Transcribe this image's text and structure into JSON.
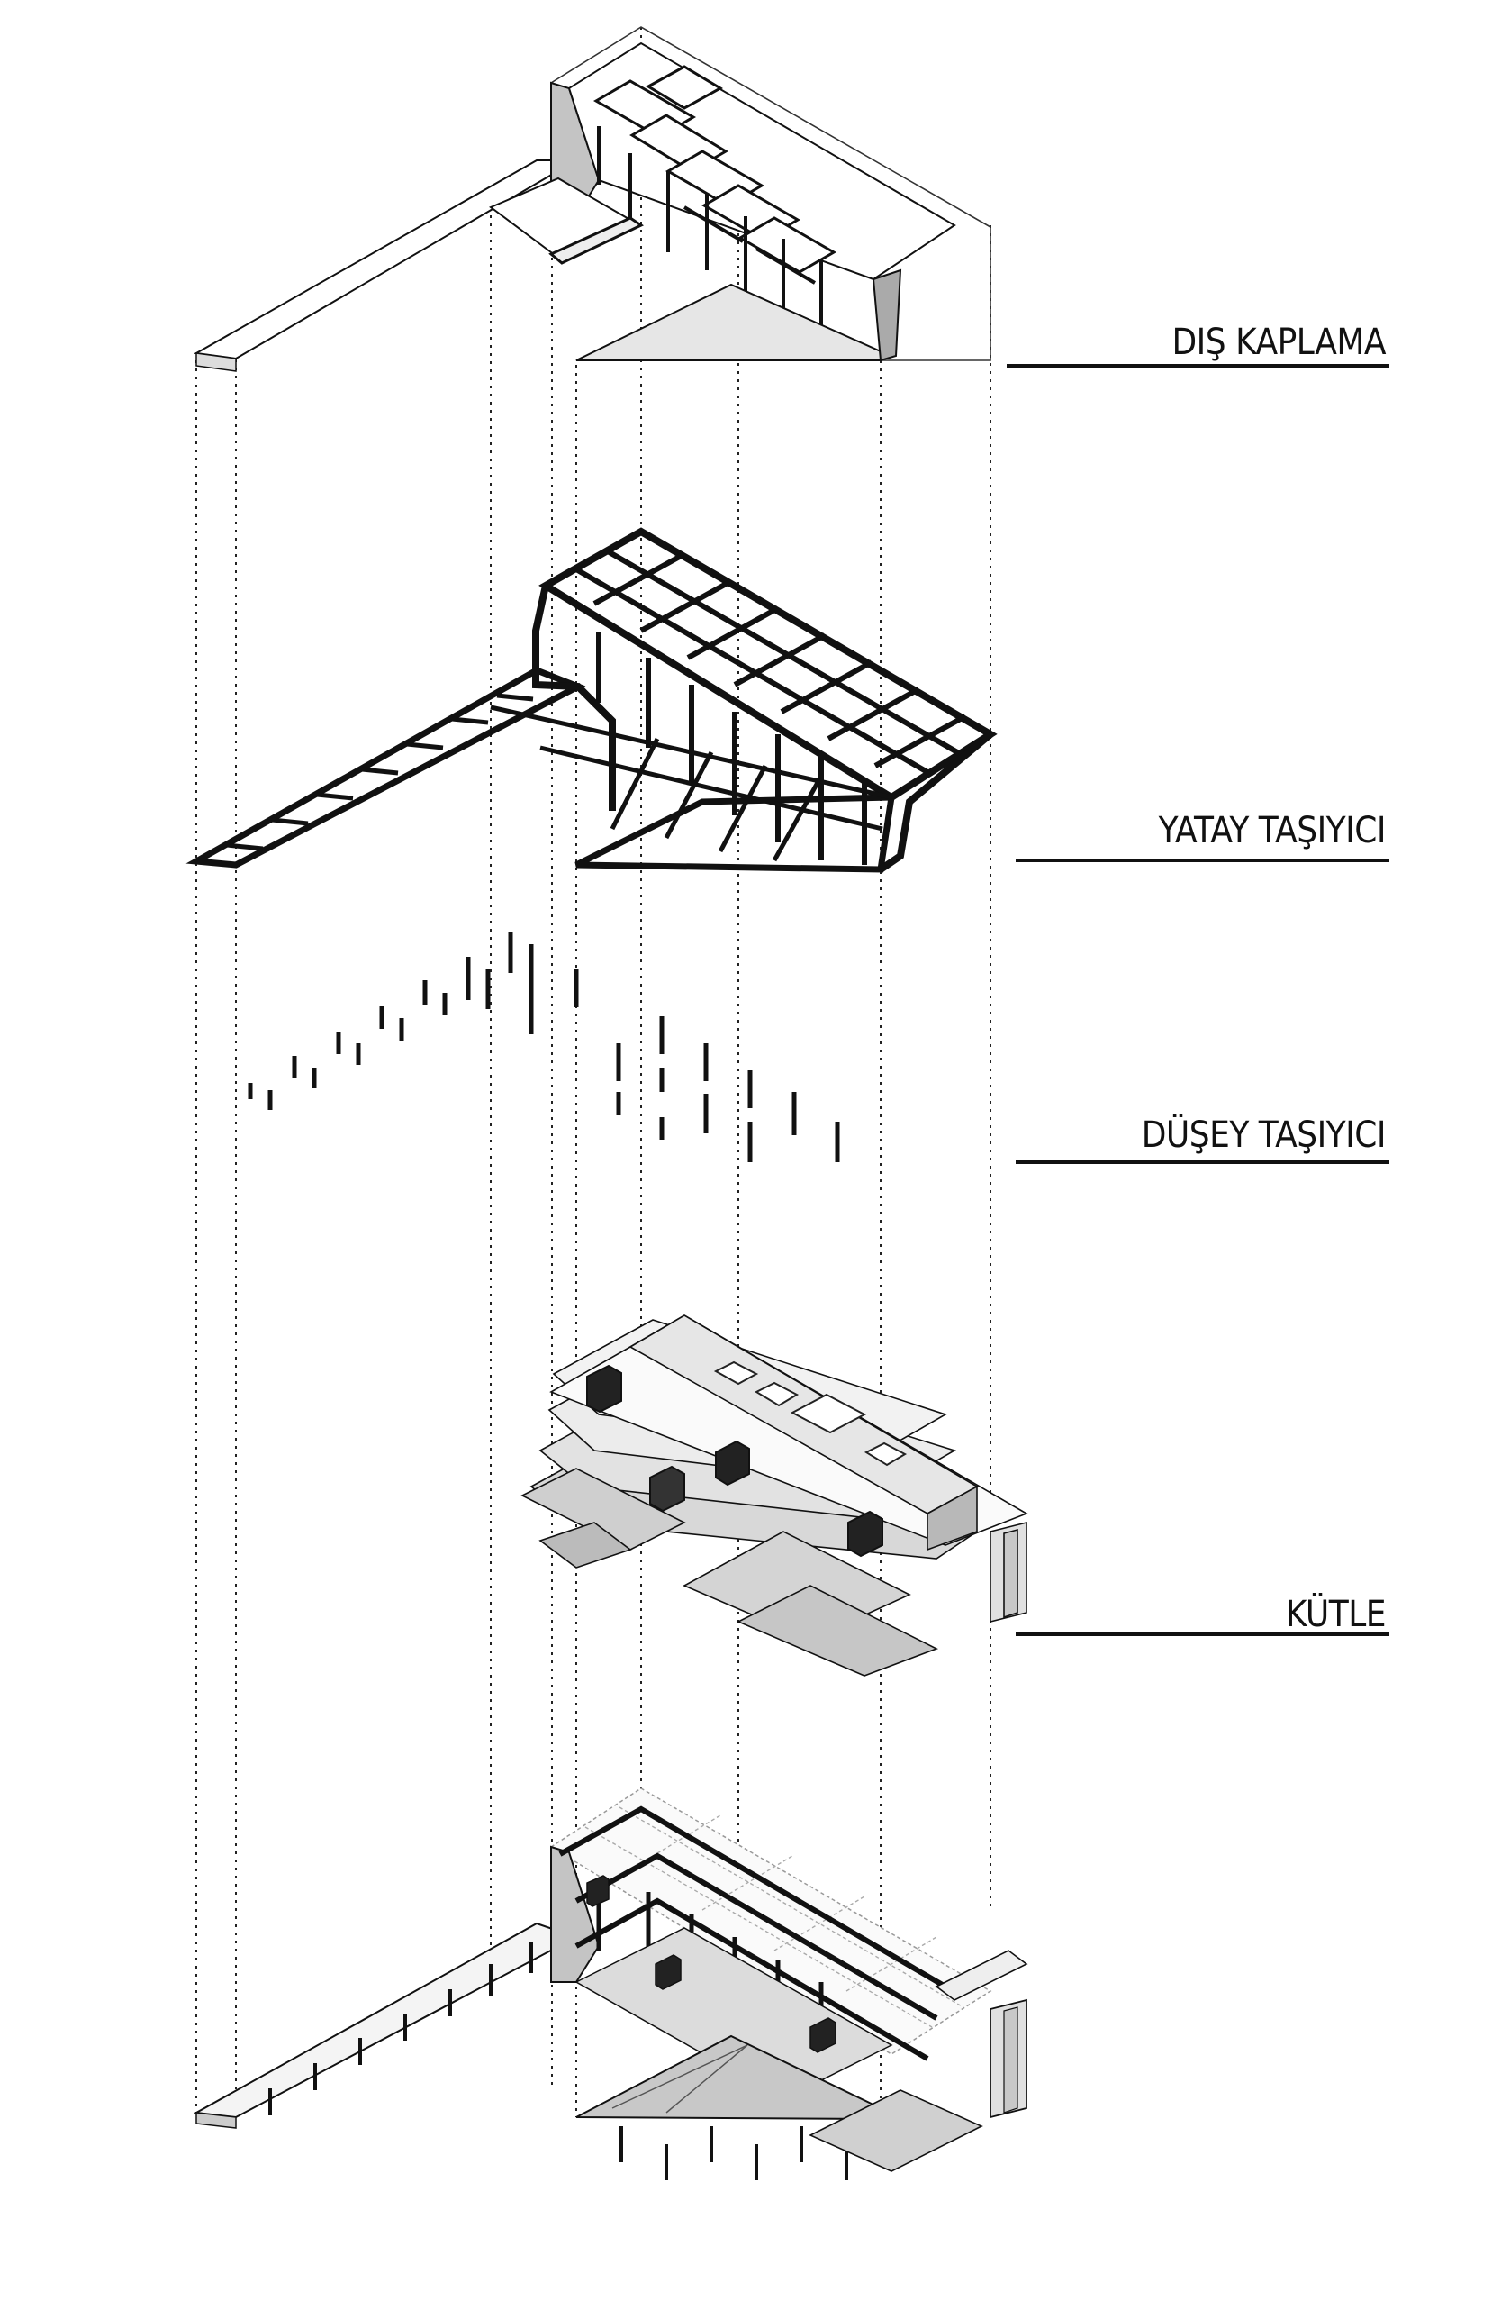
{
  "layers": [
    {
      "key": "cladding",
      "label": "DIŞ KAPLAMA"
    },
    {
      "key": "horizontal",
      "label": "YATAY TAŞIYICI"
    },
    {
      "key": "vertical",
      "label": "DÜŞEY TAŞIYICI"
    },
    {
      "key": "mass",
      "label": "KÜTLE"
    }
  ],
  "colors": {
    "ink": "#111111",
    "line_gray": "#777777",
    "fill_light": "#e4e4e4",
    "fill_mid": "#c8c8c8",
    "fill_dark": "#9a9a9a",
    "background": "#ffffff"
  }
}
